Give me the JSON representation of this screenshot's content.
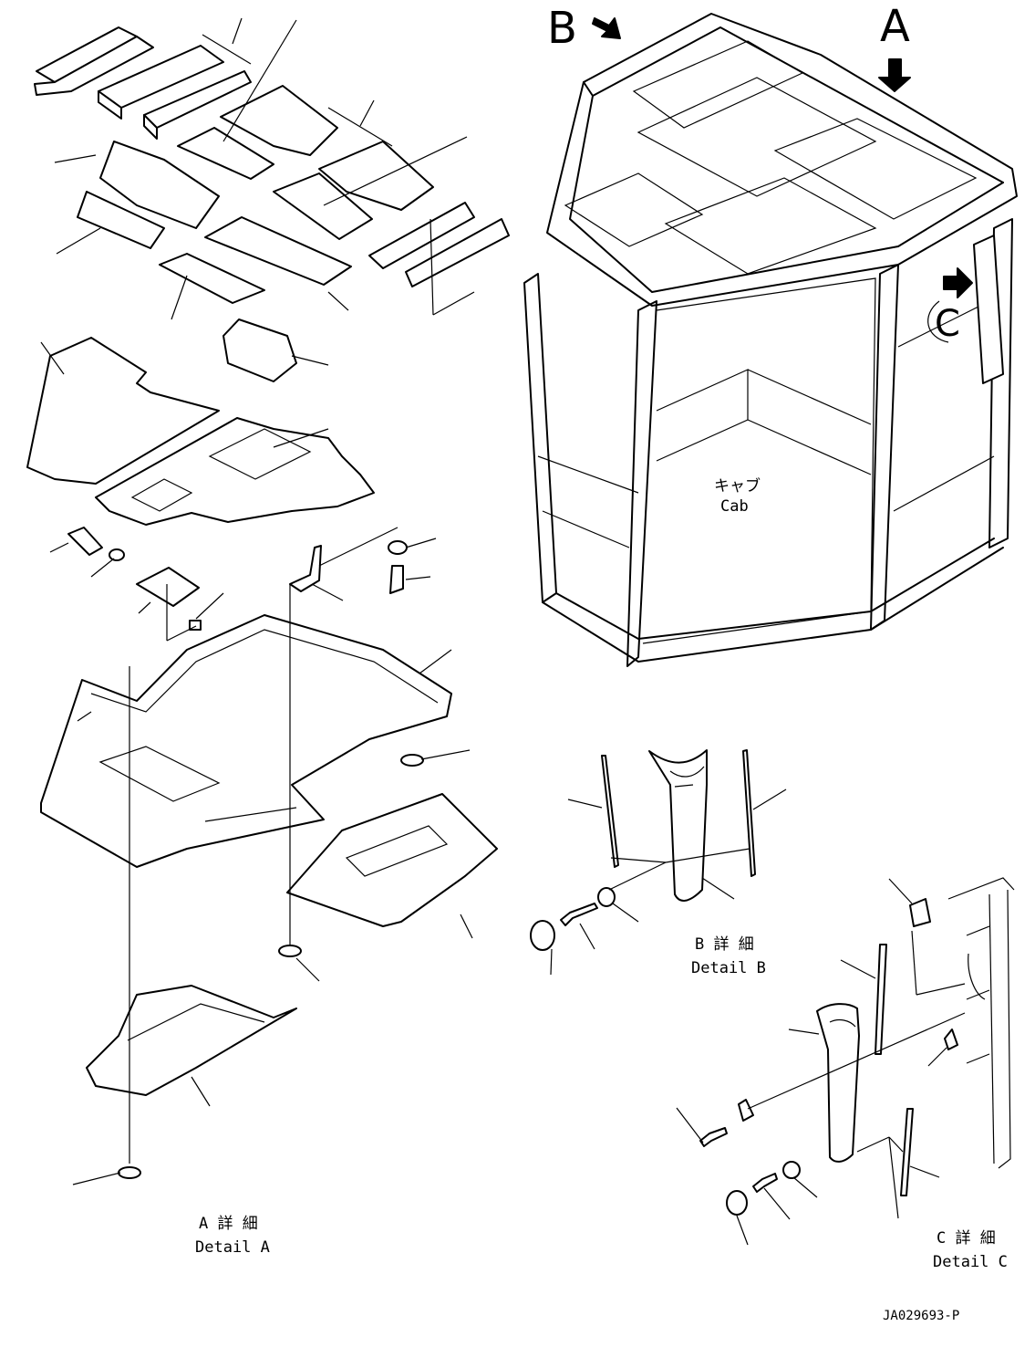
{
  "views": {
    "a": {
      "letter": "A",
      "jp": "A 詳 細",
      "en": "Detail A"
    },
    "b": {
      "letter": "B",
      "jp": "B 詳 細",
      "en": "Detail B"
    },
    "c": {
      "letter": "C",
      "jp": "C 詳 細",
      "en": "Detail C"
    }
  },
  "cab": {
    "jp": "キャブ",
    "en": "Cab"
  },
  "drawing_code": "JA029693-P"
}
